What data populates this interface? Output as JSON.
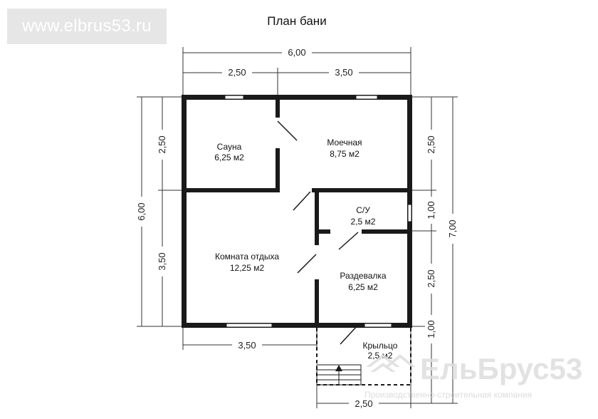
{
  "site_tag": "www.elbrus53.ru",
  "title": "План бани",
  "rooms": [
    {
      "name": "Сауна",
      "area": "6,25 м2"
    },
    {
      "name": "Моечная",
      "area": "8,75 м2"
    },
    {
      "name": "С/У",
      "area": "2,5 м2"
    },
    {
      "name": "Комната отдыха",
      "area": "12,25 м2"
    },
    {
      "name": "Раздевалка",
      "area": "6,25 м2"
    },
    {
      "name": "Крыльцо",
      "area": "2,5 м2"
    }
  ],
  "dimensions": {
    "top_total": "6,00",
    "top_left": "2,50",
    "top_right": "3,50",
    "left_total": "6,00",
    "left_upper": "2,50",
    "left_lower": "3,50",
    "right_total": "7,00",
    "right_1": "2,50",
    "right_2": "1,00",
    "right_3": "2,50",
    "right_4": "1,00",
    "bottom_left": "3,50",
    "bottom_porch": "2,50"
  },
  "watermark": {
    "brand": "ЕльБрус53",
    "tagline": "Производственно-строительная компания"
  },
  "colors": {
    "wall": "#1a1a1a",
    "dimension_line": "#333333",
    "site_tag_bg": "#e6e6e6",
    "watermark": "#d9d9d9"
  }
}
